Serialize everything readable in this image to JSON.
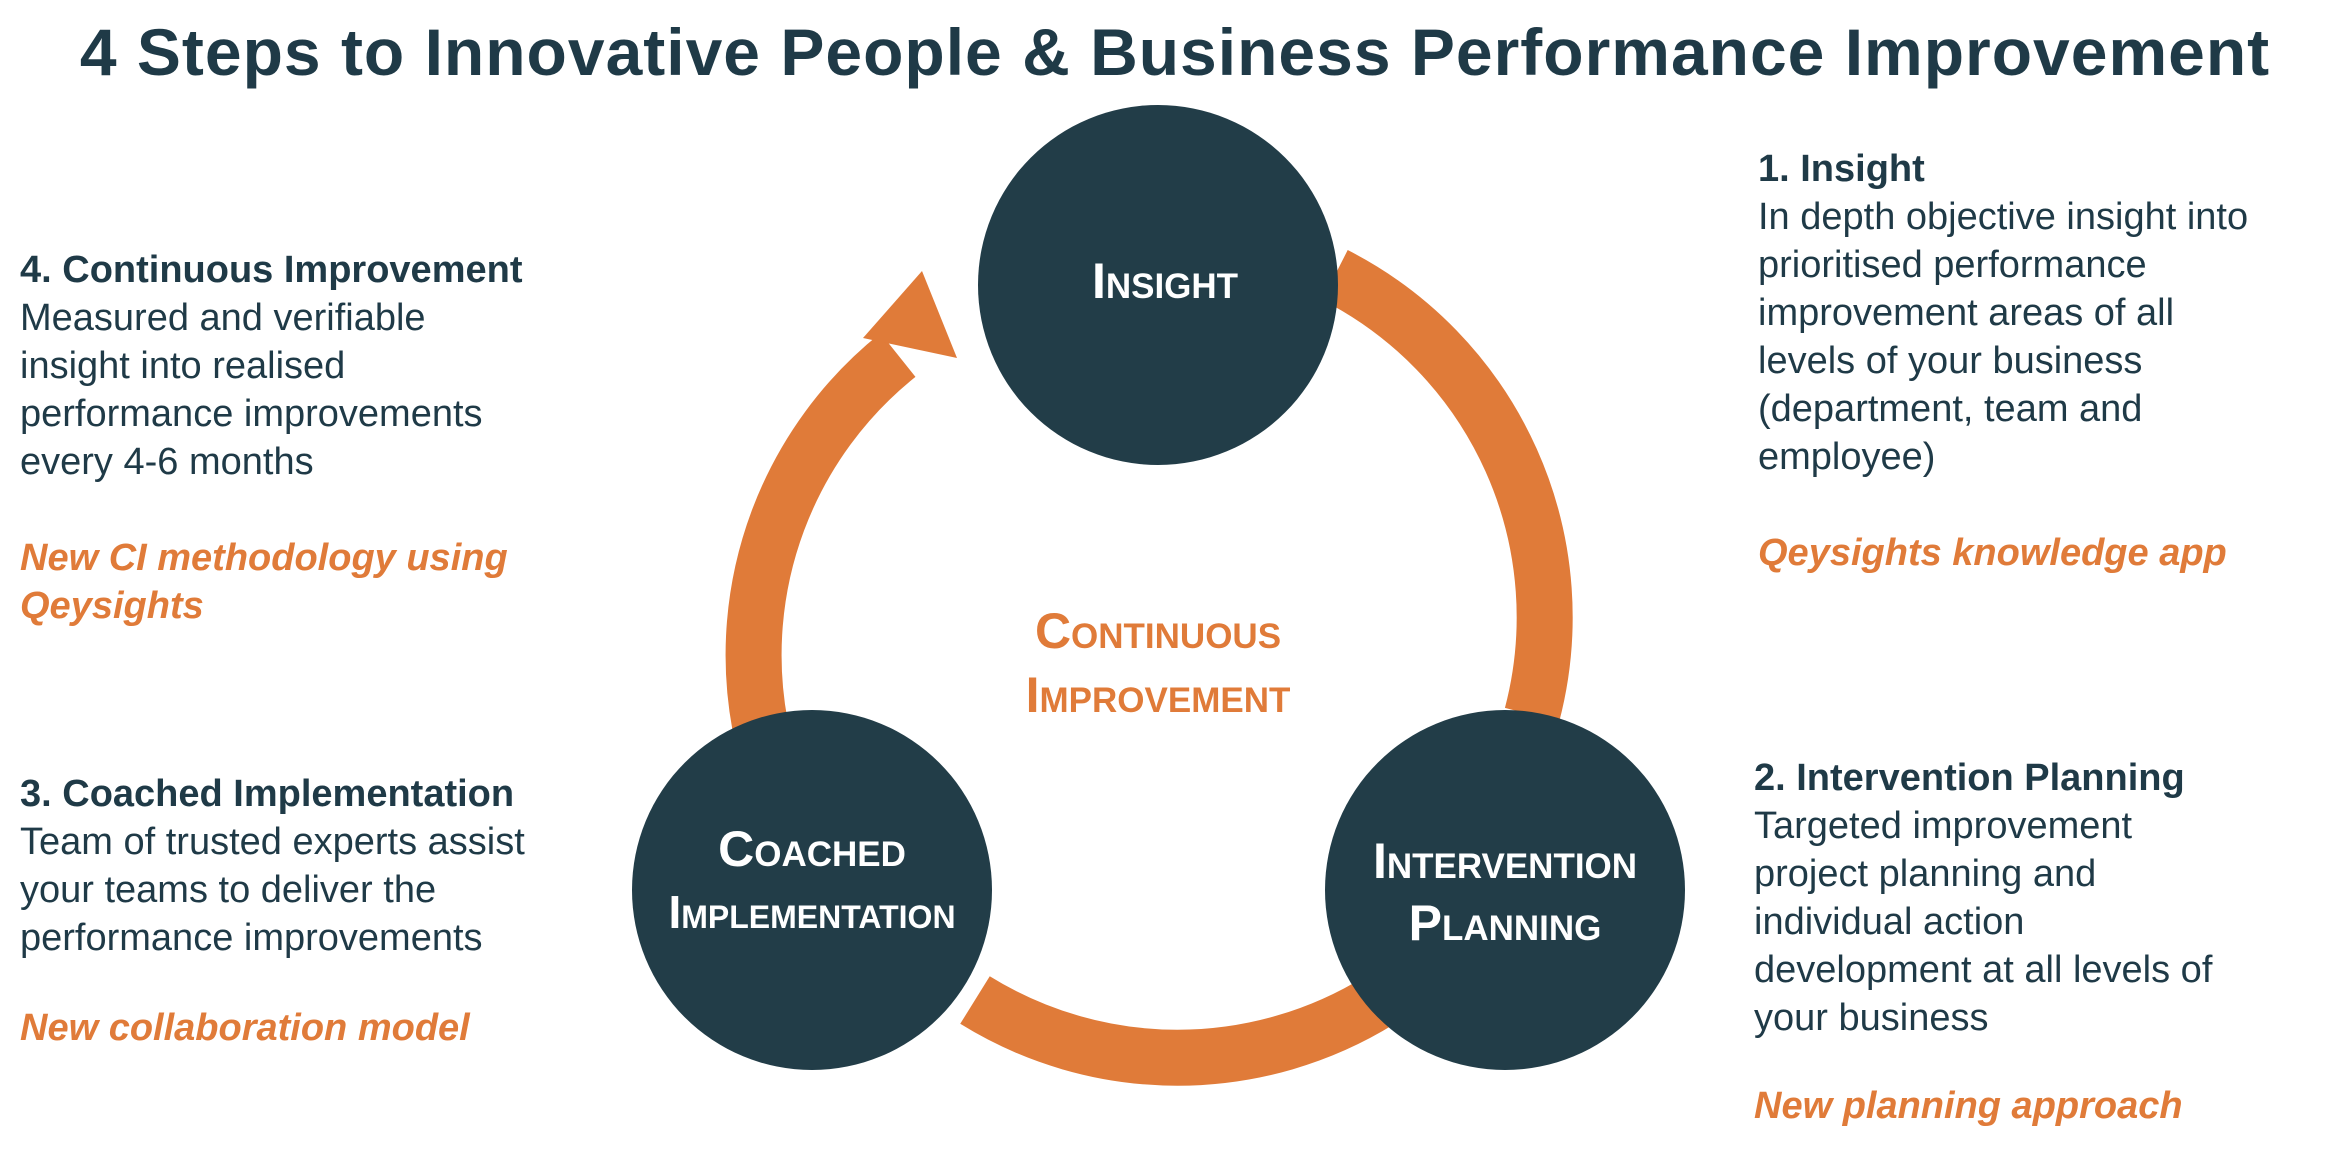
{
  "title": "4 Steps to Innovative People & Business Performance Improvement",
  "cycle": {
    "center_line1": "Continuous",
    "center_line2": "Improvement",
    "nodes": {
      "insight": {
        "line1": "Insight",
        "line2": ""
      },
      "intervention": {
        "line1": "Intervention",
        "line2": "Planning"
      },
      "coached": {
        "line1": "Coached",
        "line2": "Implementation"
      }
    }
  },
  "steps": [
    {
      "heading": "1. Insight",
      "text": "In depth objective insight into\nprioritised performance\nimprovement areas of all\nlevels of your business\n(department, team and\nemployee)",
      "note": "Qeysights knowledge app"
    },
    {
      "heading": "2. Intervention Planning",
      "text": "Targeted improvement\nproject planning and\nindividual action\ndevelopment at all levels of\nyour business",
      "note": "New planning approach"
    },
    {
      "heading": "3. Coached Implementation",
      "text": "Team of trusted experts assist\nyour teams to deliver the\nperformance improvements",
      "note": "New collaboration model"
    },
    {
      "heading": "4. Continuous Improvement",
      "text": "Measured and verifiable\ninsight into realised\nperformance improvements\nevery 4-6 months",
      "note": "New CI methodology using\nQeysights"
    }
  ],
  "colors": {
    "node_fill": "#223d48",
    "arrow": "#e07b39",
    "accent_text": "#e07b39",
    "heading_text": "#1f3a47"
  }
}
